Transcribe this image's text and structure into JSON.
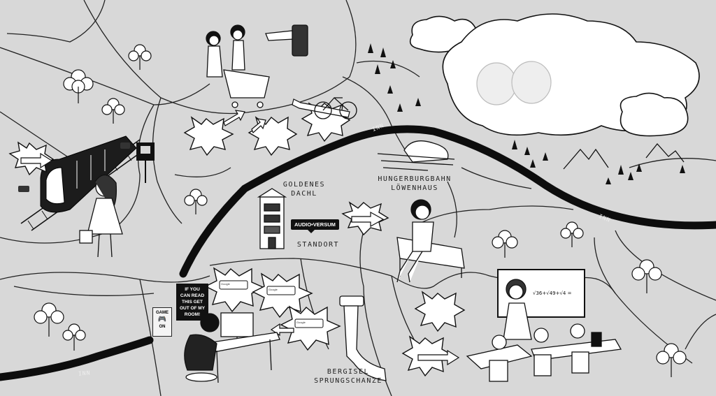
{
  "labels": {
    "goldenes_dachl": "GOLDENES\nDACHL",
    "hungerburgbahn": "HUNGERBURGBAHN\nLÖWENHAUS",
    "standort": "STANDORT",
    "bergisel": "BERGISEL\nSPRUNGSCHANZE",
    "inn_1": "INN",
    "inn_2": "INN",
    "inn_3": "INN"
  },
  "audioversum_badge": "AUDIO•VERSUM",
  "room_sign": "IF YOU\nCAN READ\nTHIS GET\nOUT OF MY\nROOM!",
  "game_sign": {
    "top": "GAME",
    "bottom": "ON"
  },
  "search_bubbles": [
    "Google",
    "Google",
    "Google"
  ],
  "whiteboard_formula": "√36+√49+√4 ="
}
